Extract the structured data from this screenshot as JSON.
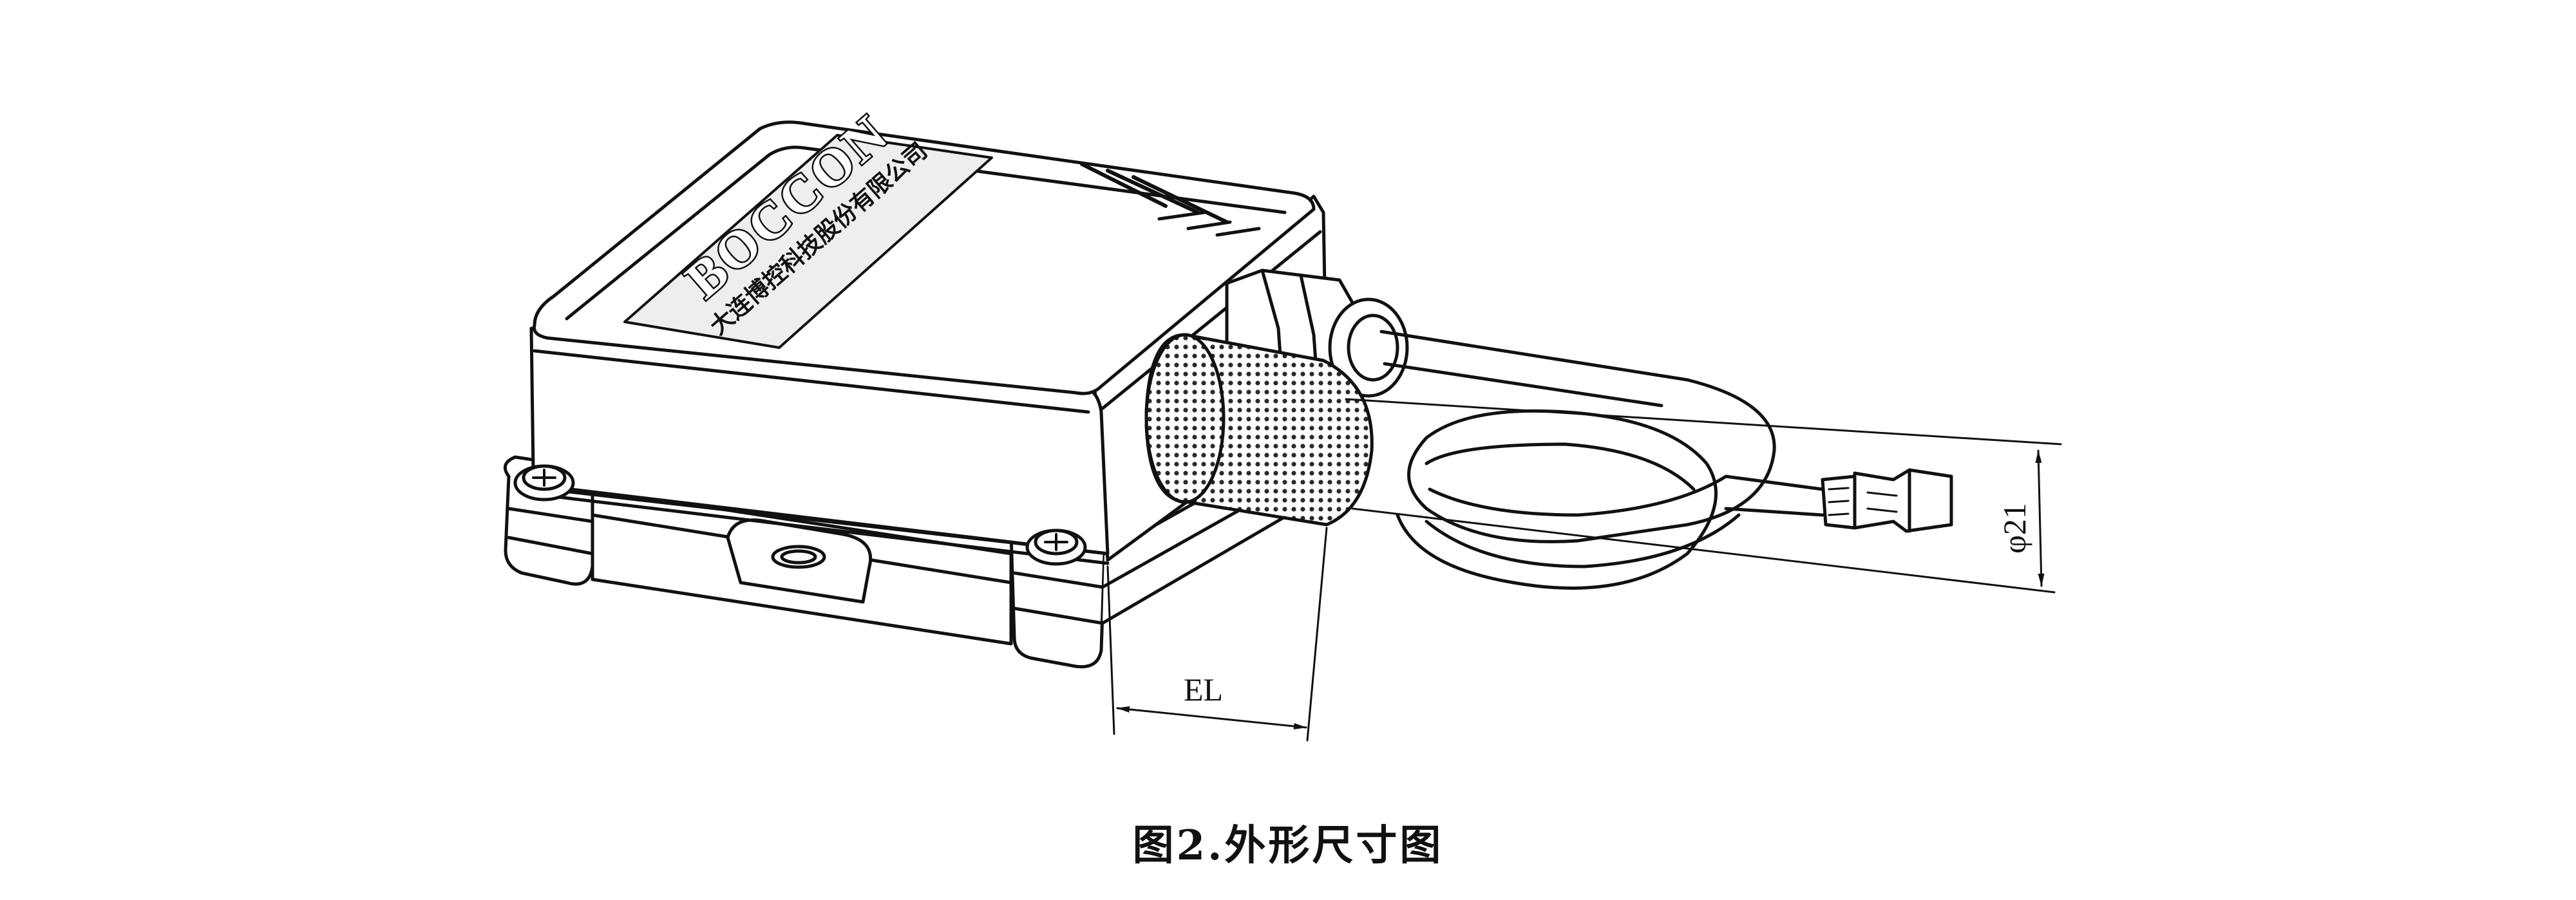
{
  "figure": {
    "caption": "图2.外形尺寸图",
    "logo_text": "BOCCON",
    "company_text": "大连博控科技股份有限公司",
    "dimensions": {
      "cable_diameter_label": "φ21",
      "extension_length_label": "EL"
    },
    "colors": {
      "line": "#111111",
      "background": "#ffffff",
      "label_band": "#eeeeee"
    }
  }
}
